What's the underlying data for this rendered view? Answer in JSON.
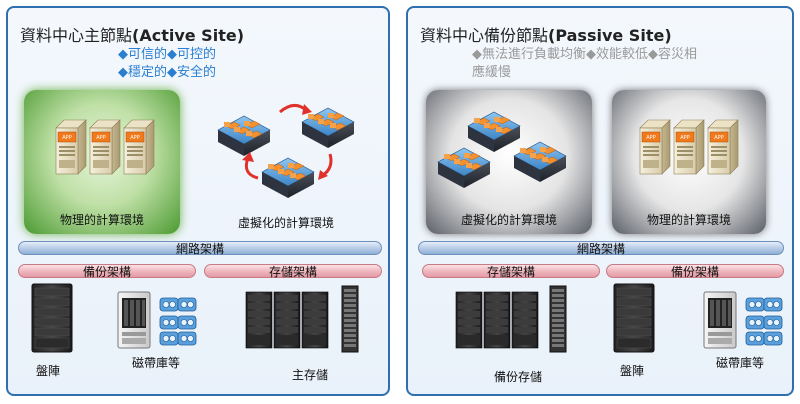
{
  "active": {
    "title_prefix": "資料中心主節點",
    "title_label": "(Active Site)",
    "bullets": [
      "◆可信的◆可控的",
      "◆穩定的◆安全的"
    ],
    "physical_label": "物理的計算環境",
    "virtual_label": "虛擬化的計算環境",
    "network_label": "網路架構",
    "backup_label": "備份架構",
    "storage_label": "存儲架構",
    "disk_array_label": "盤陣",
    "tape_label": "磁帶庫等",
    "main_storage_label": "主存儲"
  },
  "passive": {
    "title_prefix": "資料中心備份節點",
    "title_label": "(Passive Site)",
    "bullets": [
      "◆無法進行負載均衡◆效能較低◆容災相",
      "應緩慢"
    ],
    "virtual_label": "虛擬化的計算環境",
    "physical_label": "物理的計算環境",
    "network_label": "網路架構",
    "storage_label": "存儲架構",
    "backup_label": "備份架構",
    "backup_storage_label": "備份存儲",
    "disk_array_label": "盤陣",
    "tape_label": "磁帶庫等"
  },
  "colors": {
    "border": "#2f6fb0",
    "active_bullet": "#2a7fd0",
    "passive_bullet": "#9a9a9a",
    "green_env": "#4c9a32"
  },
  "icons": [
    "server-icon",
    "virtual-server-icon",
    "disk-array-icon",
    "tape-library-icon",
    "cartridge-icon",
    "storage-rack-icon",
    "cycle-arrow-icon"
  ]
}
